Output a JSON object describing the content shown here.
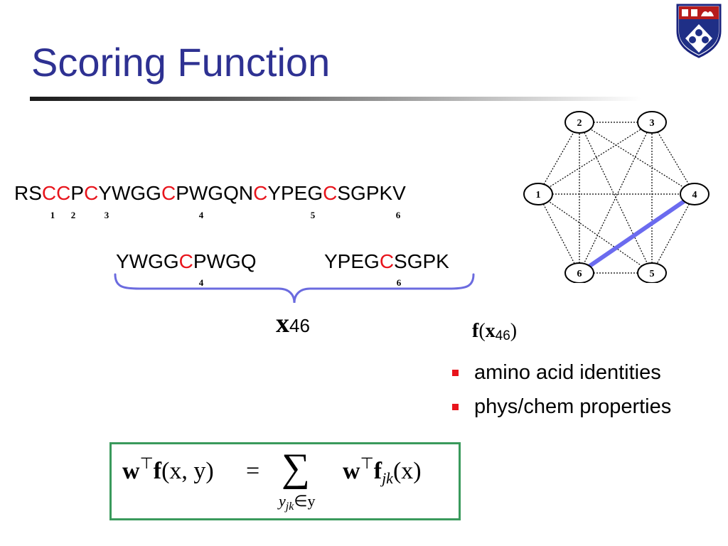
{
  "slide": {
    "title": "Scoring Function"
  },
  "sequence": {
    "segments": [
      {
        "text": "RS",
        "cys": false
      },
      {
        "text": "C",
        "cys": true
      },
      {
        "text": "C",
        "cys": true
      },
      {
        "text": "P",
        "cys": false
      },
      {
        "text": "C",
        "cys": true
      },
      {
        "text": "YWGG",
        "cys": false
      },
      {
        "text": "C",
        "cys": true
      },
      {
        "text": "PWGQN",
        "cys": false
      },
      {
        "text": "C",
        "cys": true
      },
      {
        "text": "YPEG",
        "cys": false
      },
      {
        "text": "C",
        "cys": true
      },
      {
        "text": "SGPKV",
        "cys": false
      }
    ],
    "indices": [
      "1",
      "2",
      "3",
      "4",
      "5",
      "6"
    ]
  },
  "window_left": {
    "prefix": "YWGG",
    "cys": "C",
    "suffix": "PWGQ",
    "index": "4"
  },
  "window_right": {
    "prefix": "YPEG",
    "cys": "C",
    "suffix": "SGPK",
    "index": "6"
  },
  "pair_label": {
    "symbol": "x",
    "subscript": "46"
  },
  "feature_label": {
    "func": "f",
    "symbol": "x",
    "subscript": "46"
  },
  "bullets": [
    "amino acid identities",
    "phys/chem properties"
  ],
  "formula": {
    "lhs_w": "w",
    "lhs_t": "⊤",
    "lhs_f": "f",
    "lhs_args": "(x, y)",
    "equals": "=",
    "sum": "∑",
    "sum_under_y": "y",
    "sum_under_sub": "jk",
    "sum_under_in": "∈y",
    "rhs_w": "w",
    "rhs_t": "⊤",
    "rhs_f": "f",
    "rhs_sub": "jk",
    "rhs_args": "(x)"
  },
  "graph": {
    "nodes": [
      "1",
      "2",
      "3",
      "4",
      "5",
      "6"
    ],
    "highlight_edge": [
      "6",
      "4"
    ],
    "highlight_color": "#6b6bef"
  },
  "colors": {
    "title": "#2e3192",
    "cysteine": "#e8141c",
    "brace": "#6b6bdf",
    "formula_border": "#3a9a5c",
    "bullet": "#e8141c"
  },
  "logo": "university-shield-logo"
}
